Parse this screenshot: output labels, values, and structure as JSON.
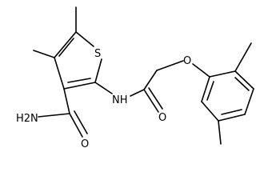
{
  "structure": {
    "atoms": {
      "sulfur": "S",
      "amide_nitrogen": "NH",
      "amide_oxygen": "O",
      "ether_oxygen": "O",
      "carboxamide_nitrogen": "H2N",
      "carboxamide_oxygen": "O"
    }
  },
  "colors": {
    "bond": "#000000",
    "label": "#000000",
    "background": "#ffffff"
  }
}
